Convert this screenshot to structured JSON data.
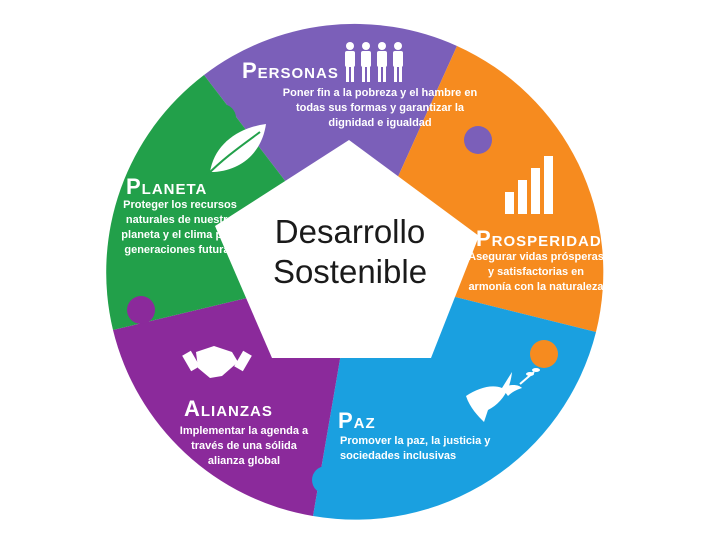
{
  "center": {
    "line1": "Desarrollo",
    "line2": "Sostenible"
  },
  "colors": {
    "personas": "#7b5fb9",
    "prosperidad": "#f68b1f",
    "paz": "#1aa0e0",
    "alianzas": "#8b2a9b",
    "planeta": "#22a04a",
    "center": "#ffffff"
  },
  "segments": {
    "personas": {
      "title": "Personas",
      "description": "Poner fin a la pobreza y el hambre en todas sus formas y garantizar la dignidad e igualdad",
      "icon": "people-icon"
    },
    "prosperidad": {
      "title": "Prosperidad",
      "description": "Asegurar vidas prósperas y satisfactorias en armonía con la naturaleza",
      "icon": "bar-chart-icon"
    },
    "paz": {
      "title": "Paz",
      "description": "Promover la paz, la justicia y sociedades inclusivas",
      "icon": "dove-icon"
    },
    "alianzas": {
      "title": "Alianzas",
      "description": "Implementar la agenda a través de una sólida alianza global",
      "icon": "handshake-icon"
    },
    "planeta": {
      "title": "Planeta",
      "description": "Proteger los recursos naturales de nuestro planeta y el clima para generaciones futuras",
      "icon": "leaf-icon"
    }
  }
}
